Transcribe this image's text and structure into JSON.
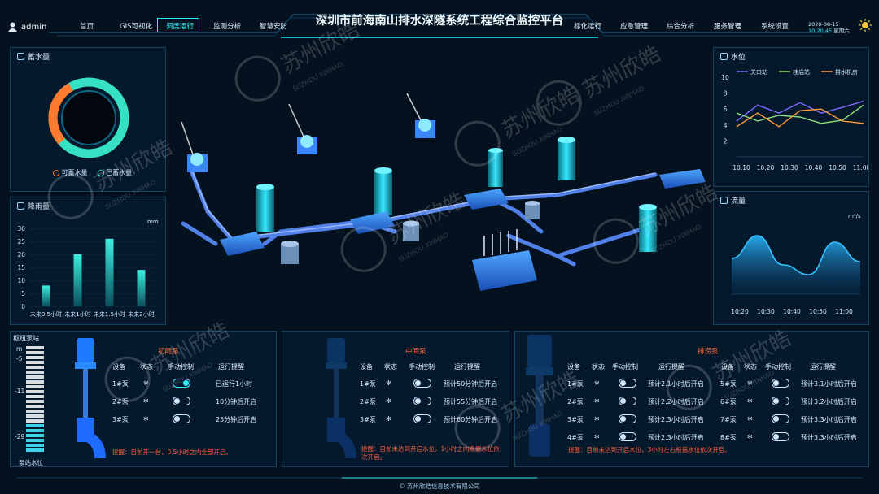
{
  "header": {
    "title": "深圳市前海南山排水深隧系统工程综合监控平台",
    "user": "admin",
    "date": "2020-08-15",
    "time": "10:20:45",
    "weekday": "星期六",
    "nav_left": [
      "首页",
      "GIS可视化",
      "调度运行",
      "监测分析",
      "智慧安防"
    ],
    "nav_right": [
      "标化运行",
      "应急管理",
      "综合分析",
      "服务管理",
      "系统设置"
    ],
    "active_index": 2
  },
  "storage": {
    "title": "蓄水量",
    "legend": [
      "可蓄水量",
      "已蓄水量"
    ],
    "colors": [
      "#ff7a2e",
      "#36e0c2"
    ]
  },
  "rain": {
    "title": "降雨量",
    "unit": "mm",
    "chart_data": {
      "type": "bar",
      "categories": [
        "未来0.5小时",
        "未来1小时",
        "未来1.5小时",
        "未来2小时"
      ],
      "values": [
        8,
        20,
        26,
        14
      ],
      "ylim": [
        0,
        30
      ],
      "yticks": [
        "0",
        "5",
        "10",
        "15",
        "20",
        "25",
        "30"
      ]
    }
  },
  "water_level": {
    "title": "水位",
    "chart_data": {
      "type": "line",
      "x": [
        "10:10",
        "10:20",
        "10:30",
        "10:40",
        "10:50",
        "11:00"
      ],
      "ylim": [
        0,
        10
      ],
      "yticks": [
        "2",
        "4",
        "6",
        "8",
        "10"
      ],
      "series": [
        {
          "name": "关口站",
          "color": "#7b6cff",
          "values": [
            4.5,
            6.5,
            5.5,
            6.8,
            5.5,
            6.2,
            7.0
          ]
        },
        {
          "name": "桂庙站",
          "color": "#8ce07a",
          "values": [
            5.5,
            4.5,
            5.2,
            5.0,
            4.2,
            4.6,
            6.5
          ]
        },
        {
          "name": "排水机房",
          "color": "#ff9a3a",
          "values": [
            3.8,
            5.5,
            3.8,
            5.8,
            6.0,
            4.5,
            4.2
          ]
        }
      ]
    }
  },
  "flow": {
    "title": "流量",
    "unit": "m³/s",
    "chart_data": {
      "type": "area",
      "x": [
        "10:20",
        "10:30",
        "10:40",
        "10:50",
        "11:00"
      ],
      "values": [
        0.55,
        0.9,
        0.45,
        0.3,
        0.8,
        0.5
      ],
      "color": "#36c2ff"
    }
  },
  "pump_station": {
    "title": "枢纽泵站",
    "scale_unit": "m",
    "ticks": [
      "-5",
      "-11",
      "-29"
    ],
    "footer": "泵站水位"
  },
  "groups": [
    {
      "title": "初雨泵",
      "headers": [
        "设备",
        "状态",
        "手动控制",
        "运行提醒"
      ],
      "rows": [
        {
          "device": "1#泵",
          "on": true,
          "tip": "已运行1小时"
        },
        {
          "device": "2#泵",
          "on": false,
          "tip": "10分钟后开启"
        },
        {
          "device": "3#泵",
          "on": false,
          "tip": "25分钟后开启"
        }
      ],
      "remark": "提醒：目前开一台，0.5小时之内全部开启。"
    },
    {
      "title": "中间泵",
      "headers": [
        "设备",
        "状态",
        "手动控制",
        "运行提醒"
      ],
      "rows": [
        {
          "device": "1#泵",
          "on": false,
          "tip": "预计50分钟后开启"
        },
        {
          "device": "2#泵",
          "on": false,
          "tip": "预计55分钟后开启"
        },
        {
          "device": "3#泵",
          "on": false,
          "tip": "预计60分钟后开启"
        }
      ],
      "remark": "提醒：目前未达到开启水位，1小时之内根据水位依次开启。"
    },
    {
      "title": "排涝泵",
      "headers": [
        "设备",
        "状态",
        "手动控制",
        "运行提醒",
        "设备",
        "状态",
        "手动控制",
        "运行提醒"
      ],
      "rows": [
        {
          "device": "1#泵",
          "on": false,
          "tip": "预计2.1小时后开启"
        },
        {
          "device": "2#泵",
          "on": false,
          "tip": "预计2.2小时后开启"
        },
        {
          "device": "3#泵",
          "on": false,
          "tip": "预计2.3小时后开启"
        },
        {
          "device": "4#泵",
          "on": false,
          "tip": "预计2.3小时后开启"
        },
        {
          "device": "5#泵",
          "on": false,
          "tip": "预计3.1小时后开启"
        },
        {
          "device": "6#泵",
          "on": false,
          "tip": "预计3.2小时后开启"
        },
        {
          "device": "7#泵",
          "on": false,
          "tip": "预计3.3小时后开启"
        },
        {
          "device": "8#泵",
          "on": false,
          "tip": "预计3.3小时后开启"
        }
      ],
      "remark": "提醒：目前未达到开启水位，3小时左右根据水位依次开启。"
    }
  ],
  "footer": {
    "copyright": "© 苏州欣皓信息技术有限公司"
  },
  "watermark": {
    "text": "苏州欣皓",
    "sub": "SUZHOU XINHAO"
  }
}
